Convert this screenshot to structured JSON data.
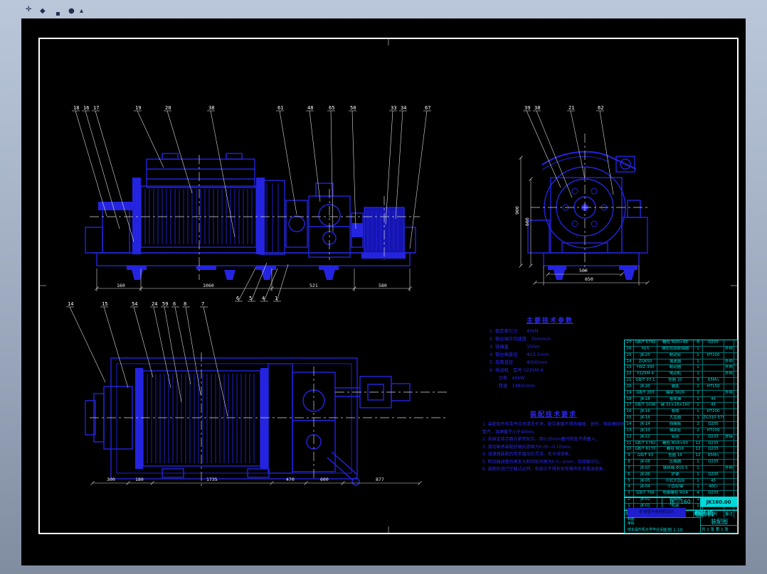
{
  "viewer": {
    "icons": [
      {
        "name": "crosshair-icon",
        "glyph": "✛"
      },
      {
        "name": "diamond-icon",
        "glyph": "◆"
      },
      {
        "name": "square-icon",
        "glyph": "▪"
      },
      {
        "name": "dot-icon",
        "glyph": "●"
      },
      {
        "name": "triangle-icon",
        "glyph": "▴"
      }
    ]
  },
  "colors": {
    "line_blue": "#2424e0",
    "dim_white": "#f2f2f2",
    "table_cyan": "#00d9d9",
    "sheet_bg": "#000000"
  },
  "callouts": {
    "front_top": [
      "18",
      "16",
      "17",
      "19",
      "20",
      "38",
      "61",
      "48",
      "65",
      "50",
      "33",
      "34",
      "67"
    ],
    "side_top": [
      "39",
      "38",
      "21",
      "62"
    ],
    "between": [
      "14",
      "15",
      "54",
      "24",
      "59",
      "6",
      "8",
      "7"
    ],
    "between2": [
      "6",
      "5",
      "4",
      "1"
    ]
  },
  "dimensions": {
    "front_bottom": [
      "160",
      "1060",
      "521",
      "580"
    ],
    "side_left_vertical": [
      "900",
      "600"
    ],
    "side_bottom": [
      "500",
      "650"
    ],
    "plan_bottom": [
      "300",
      "180",
      "1735",
      "470",
      "600",
      "877"
    ]
  },
  "notes": {
    "params_title": "主要技术参数",
    "params": [
      "1. 额定牵引力　　45kN",
      "2. 钢丝绳平均速度　30m/min",
      "3. 容绳量　　　　150m",
      "4. 钢丝绳直径　　Φ15.5mm",
      "5. 卷筒直径　　　Φ500mm",
      "6. 电动机　型号 Y225M-4",
      "　　功率　45kW",
      "　　转速　1480r/min"
    ],
    "reqs_title": "装配技术要求",
    "reqs": [
      "1. 装配前所有零件均须清洗干净，配合表面不得有磕碰、划伤，钢丝绳排列整齐，容绳量不小于400m。",
      "2. 各固定结合面应紧密贴合，用0.05mm塞尺检查不得塞入。",
      "3. 滚动轴承装配后轴向游隙为0.05~0.10mm。",
      "4. 减速器装配后用手盘动应灵活，无卡滞现象。",
      "5. 制动器调整后闸瓦与制动轮间隙为0.5~1mm，且接触均匀。",
      "6. 装配后进行空载试运转，各部位不得有异常噪声及渗漏油现象。"
    ]
  },
  "bom": {
    "headers": [
      "序号",
      "代号",
      "名称",
      "数量",
      "材料",
      "备注"
    ],
    "rows": [
      [
        "27",
        "GB/T 5782",
        "螺栓 M20×80",
        "8",
        "Q235",
        ""
      ],
      [
        "26",
        "HL5",
        "弹性柱销联轴器",
        "1",
        "",
        "外购"
      ],
      [
        "25",
        "JK-25",
        "制动轮",
        "1",
        "HT200",
        ""
      ],
      [
        "24",
        "ZQ650",
        "减速器",
        "1",
        "",
        "外购"
      ],
      [
        "23",
        "YWZ-300",
        "制动器",
        "1",
        "",
        "外购"
      ],
      [
        "22",
        "Y225M-4",
        "电动机",
        "1",
        "",
        "外购"
      ],
      [
        "21",
        "GB/T 97.1",
        "垫圈 20",
        "8",
        "65Mn",
        ""
      ],
      [
        "20",
        "JK-20",
        "端盖",
        "2",
        "HT150",
        ""
      ],
      [
        "19",
        "GB/T 283",
        "轴承 3626",
        "2",
        "",
        "外购"
      ],
      [
        "18",
        "JK-18",
        "卷筒轴",
        "1",
        "45",
        ""
      ],
      [
        "17",
        "GB/T 1096",
        "键 32×18×160",
        "2",
        "45",
        ""
      ],
      [
        "16",
        "JK-16",
        "卷筒",
        "1",
        "HT200",
        ""
      ],
      [
        "15",
        "JK-15",
        "大齿圈",
        "1",
        "ZG310-570",
        ""
      ],
      [
        "14",
        "JK-14",
        "挡绳板",
        "2",
        "Q235",
        ""
      ],
      [
        "13",
        "JK-13",
        "轴承座",
        "2",
        "HT200",
        ""
      ],
      [
        "12",
        "JK-12",
        "底座",
        "1",
        "Q235",
        "焊接"
      ],
      [
        "11",
        "GB/T 5782",
        "螺栓 M16×60",
        "12",
        "Q235",
        ""
      ],
      [
        "10",
        "GB/T 6170",
        "螺母 M16",
        "12",
        "Q235",
        ""
      ],
      [
        "9",
        "GB/T 93",
        "垫圈 16",
        "12",
        "65Mn",
        ""
      ],
      [
        "8",
        "JK-08",
        "压绳器",
        "1",
        "Q235",
        ""
      ],
      [
        "7",
        "JK-07",
        "钢丝绳 Φ15.5",
        "1",
        "",
        "外购"
      ],
      [
        "6",
        "JK-06",
        "护罩",
        "1",
        "Q235",
        ""
      ],
      [
        "5",
        "JK-05",
        "开式大齿轮",
        "1",
        "45",
        ""
      ],
      [
        "4",
        "JK-04",
        "小齿轮轴",
        "1",
        "40Cr",
        ""
      ],
      [
        "3",
        "GB/T 799",
        "地脚螺栓 M24",
        "4",
        "Q235",
        ""
      ],
      [
        "2",
        "JK-02",
        "联轴器",
        "1",
        "HT200",
        ""
      ],
      [
        "1",
        "JK-01",
        "机架",
        "1",
        "Q235",
        "焊接"
      ]
    ]
  },
  "title_block": {
    "drawing_no": "JK160.00",
    "model": "JK—160",
    "product": "卷扬机",
    "doc_type": "装配图",
    "design_label": "矿用提升卷扬机设计",
    "scale_label": "比例 1:10",
    "sheet_label": "共 1 张 第 1 张",
    "caption": "绞车提升机大学毕业设计",
    "fields": [
      "制图",
      "审核"
    ]
  }
}
